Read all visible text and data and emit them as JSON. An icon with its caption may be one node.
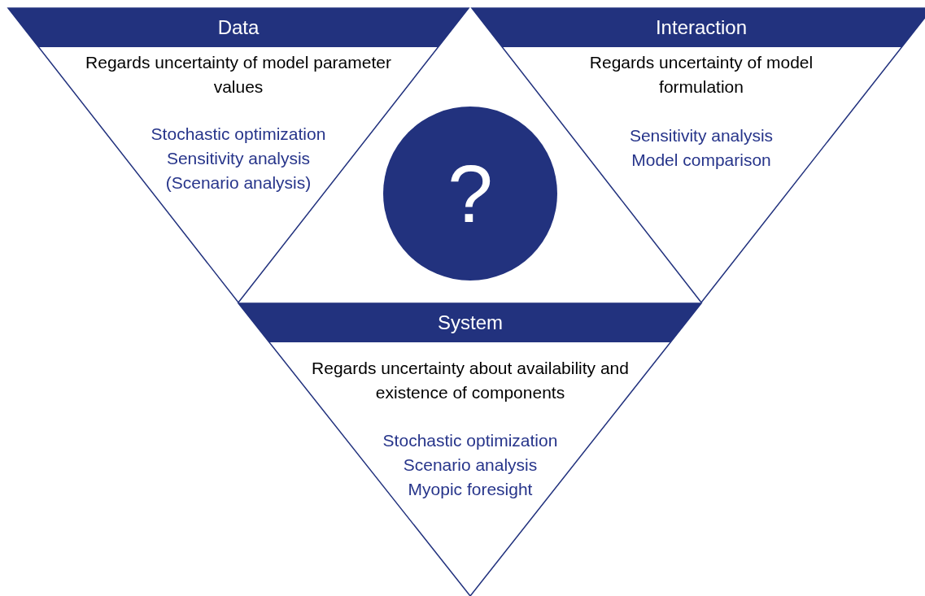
{
  "diagram": {
    "nodes": [
      {
        "text": [
          "Data",
          "Regards uncertainty of model parameter values",
          "Stochastic optimization Sensitivity analysis (Scenario analysis)"
        ]
      },
      {
        "text": [
          "Interaction",
          "Regards uncertainty of model formulation",
          "Sensitivity analysis Model comparison"
        ]
      },
      {
        "text": [
          "?"
        ]
      },
      {
        "text": [
          "System",
          "Regards uncertainty about availability and existence of components",
          "Stochastic optimization Scenario analysis Myopic foresight"
        ]
      }
    ]
  }
}
